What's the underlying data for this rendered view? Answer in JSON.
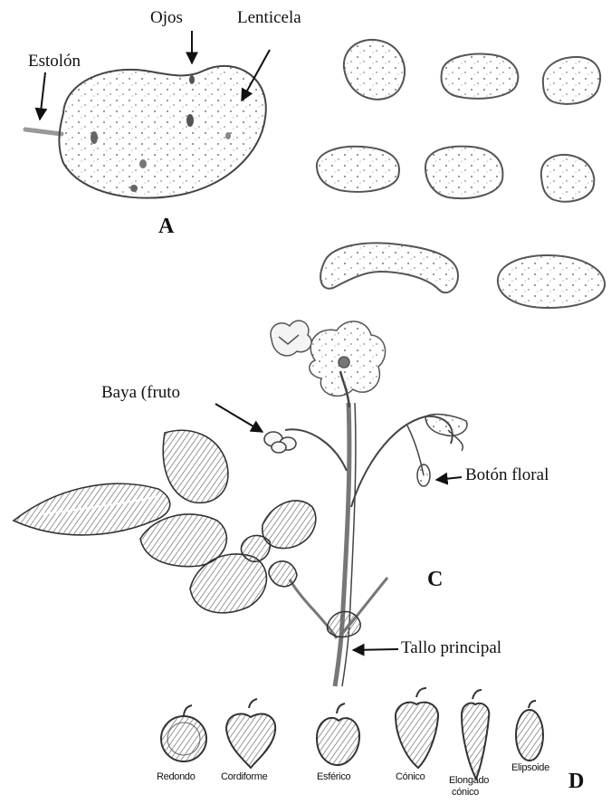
{
  "panel_a": {
    "letter": "A",
    "label_estolon": "Estolón",
    "label_ojos": "Ojos",
    "label_lenticela": "Lenticela"
  },
  "panel_c": {
    "letter": "C",
    "label_baya": "Baya (fruto",
    "label_boton": "Botón floral",
    "label_tallo": "Tallo principal"
  },
  "panel_d": {
    "letter": "D",
    "shapes": [
      "Redondo",
      "Cordiforme",
      "Esférico",
      "Cónico",
      "Elongado",
      "cónico",
      "Elipsoide"
    ]
  }
}
